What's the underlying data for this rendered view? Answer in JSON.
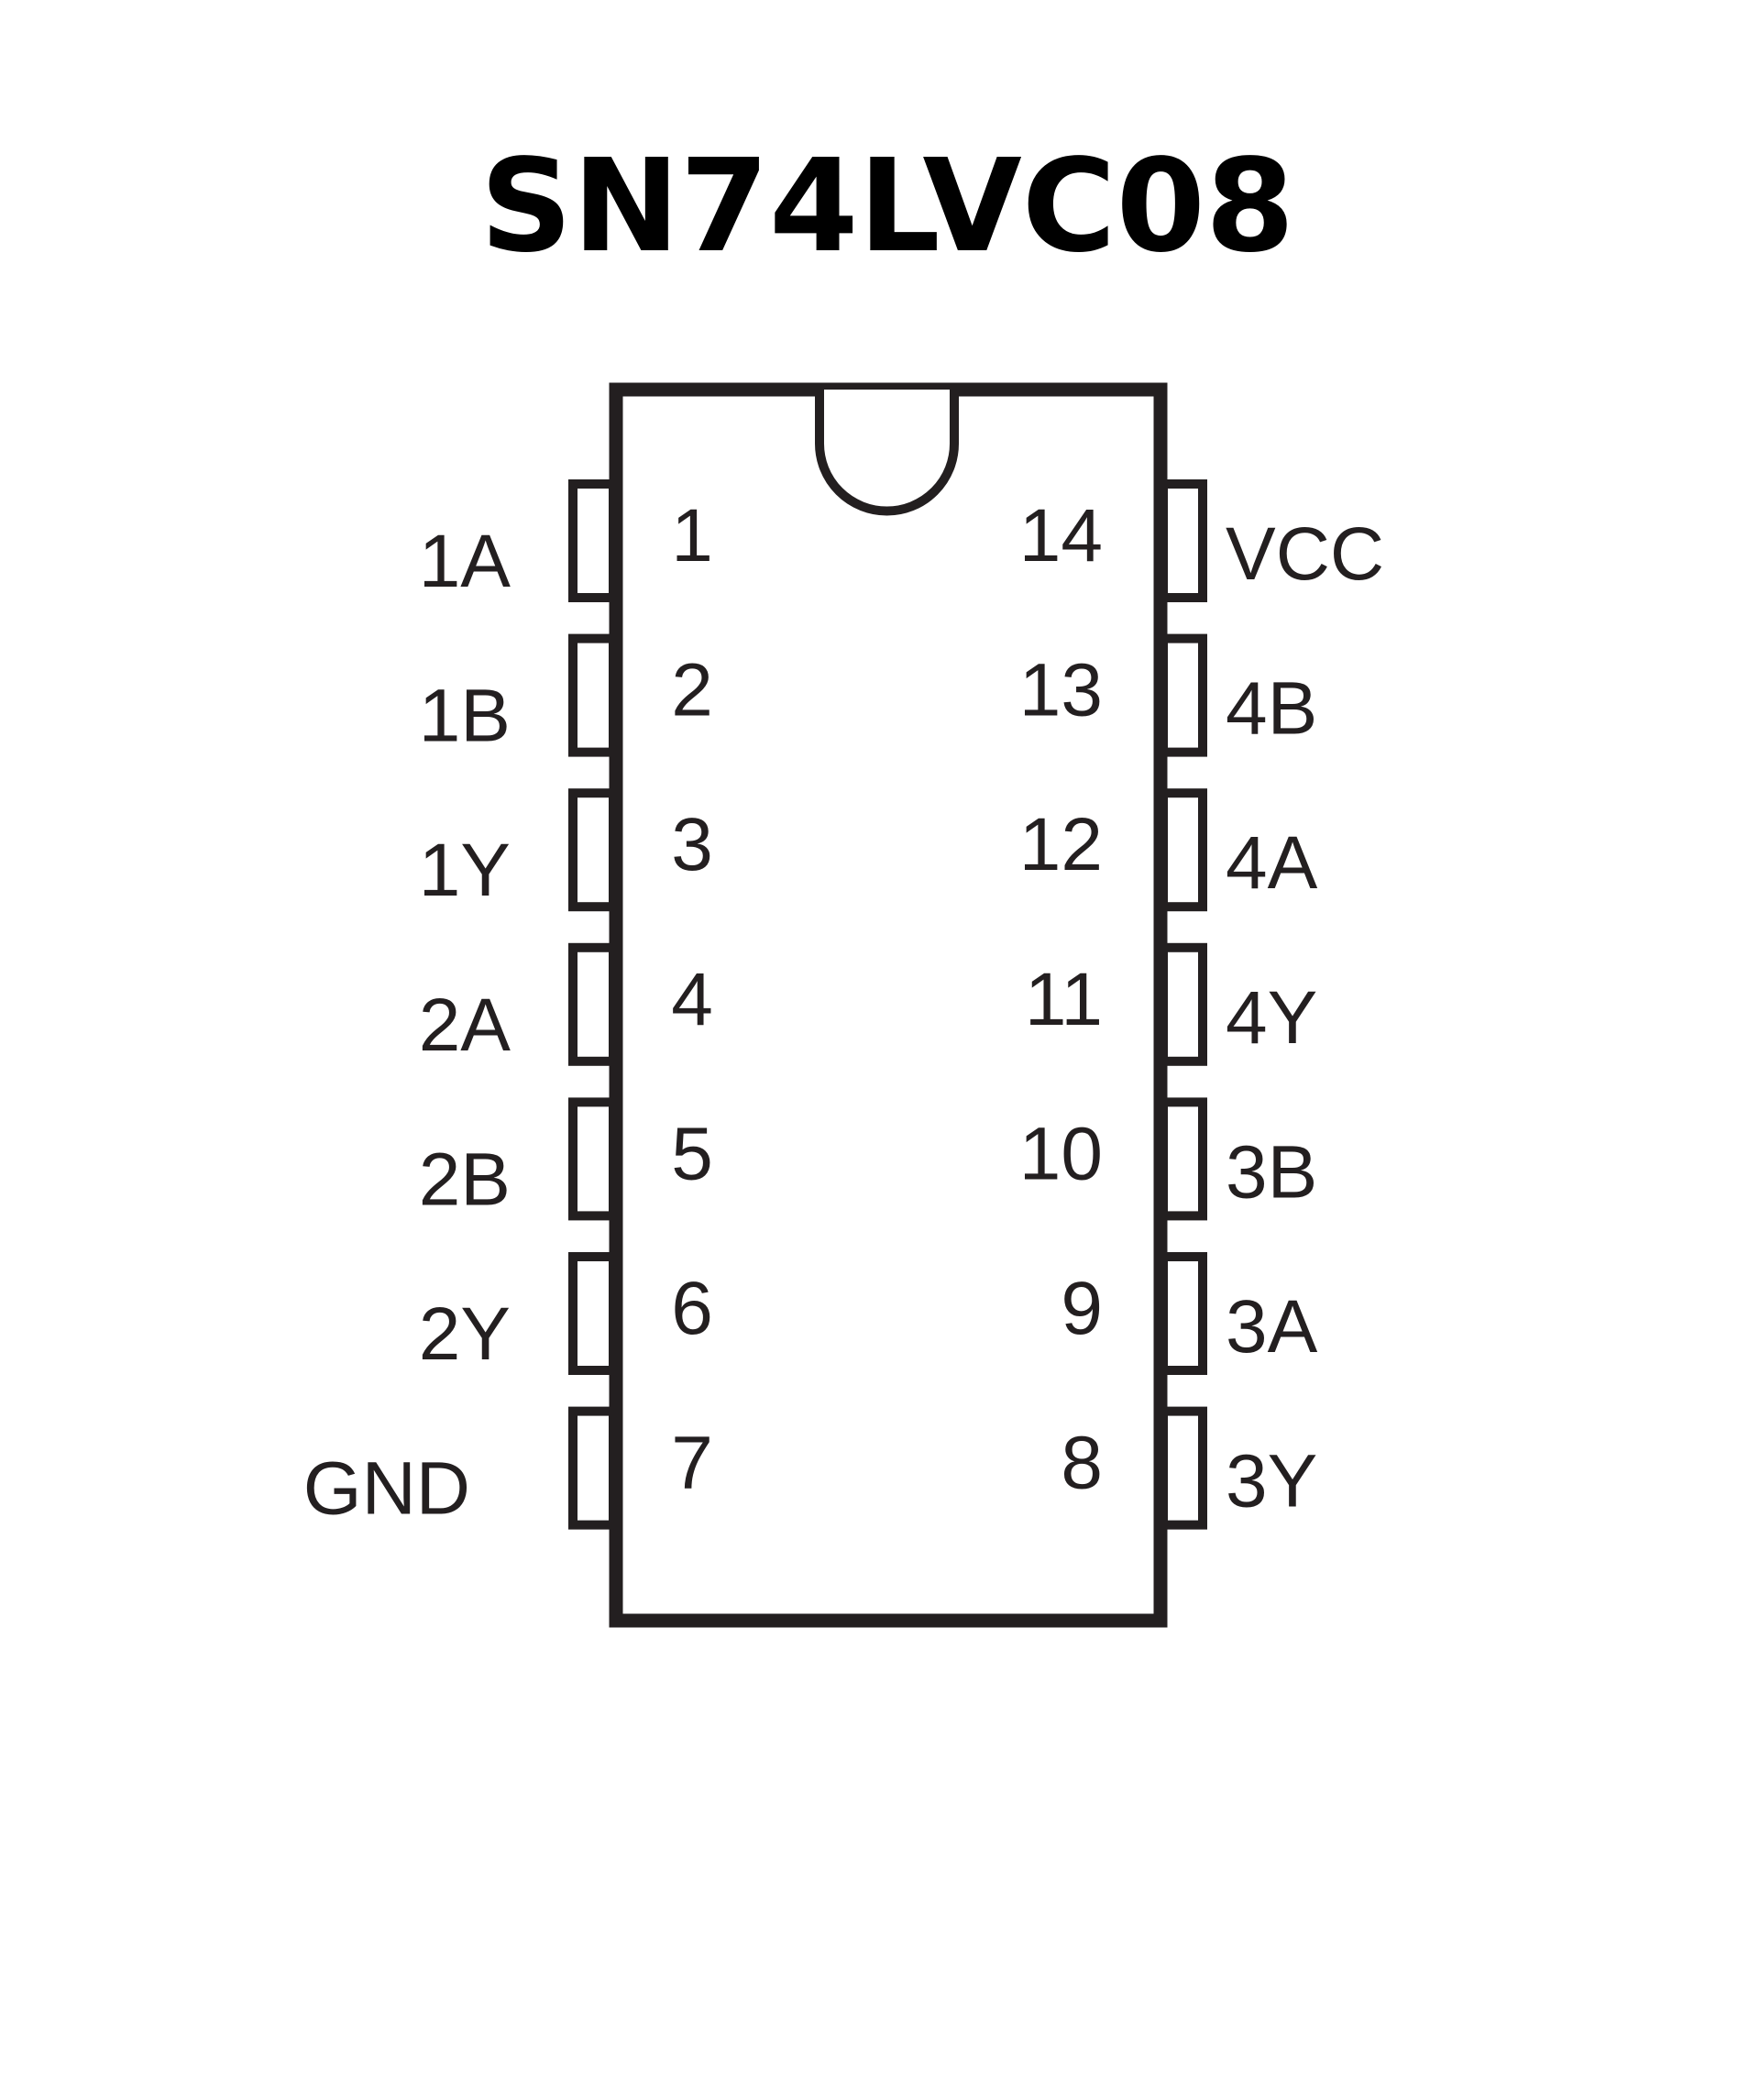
{
  "title": "SN74LVC08",
  "left_pins": [
    {
      "number": "1",
      "label": "1A"
    },
    {
      "number": "2",
      "label": "1B"
    },
    {
      "number": "3",
      "label": "1Y"
    },
    {
      "number": "4",
      "label": "2A"
    },
    {
      "number": "5",
      "label": "2B"
    },
    {
      "number": "6",
      "label": "2Y"
    },
    {
      "number": "7",
      "label": "GND"
    }
  ],
  "right_pins": [
    {
      "number": "14",
      "label": "VCC"
    },
    {
      "number": "13",
      "label": "4B"
    },
    {
      "number": "12",
      "label": "4A"
    },
    {
      "number": "11",
      "label": "4Y"
    },
    {
      "number": "10",
      "label": "3B"
    },
    {
      "number": "9",
      "label": "3A"
    },
    {
      "number": "8",
      "label": "3Y"
    }
  ]
}
